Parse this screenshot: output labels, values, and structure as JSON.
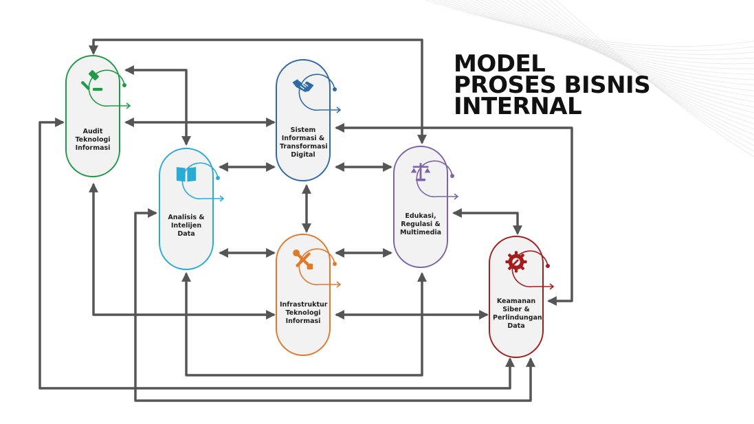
{
  "title": {
    "lines": [
      "MODEL",
      "PROSES BISNIS",
      "INTERNAL"
    ]
  },
  "colors": {
    "connector": "#555555",
    "audit": "#1f9b48",
    "analisis": "#29abd4",
    "sistem": "#2e6aa6",
    "infra": "#de7a2a",
    "edukasi": "#7d64a6",
    "keamanan": "#a31d1d"
  },
  "nodes": [
    {
      "id": "audit",
      "icon": "gavel-icon",
      "lines": [
        "Audit",
        "Teknologi",
        "Informasi"
      ]
    },
    {
      "id": "analisis",
      "icon": "book-icon",
      "lines": [
        "Analisis &",
        "Intelijen",
        "Data"
      ]
    },
    {
      "id": "sistem",
      "icon": "handshake-icon",
      "lines": [
        "Sistem",
        "Informasi &",
        "Transformasi",
        "Digital"
      ]
    },
    {
      "id": "infra",
      "icon": "tools-icon",
      "lines": [
        "Infrastruktur",
        "Teknologi",
        "Informasi"
      ]
    },
    {
      "id": "edukasi",
      "icon": "scale-icon",
      "lines": [
        "Edukasi,",
        "Regulasi &",
        "Multimedia"
      ]
    },
    {
      "id": "keamanan",
      "icon": "gear-wrench-icon",
      "lines": [
        "Keamanan",
        "Siber &",
        "Perlindungan",
        "Data"
      ]
    }
  ]
}
